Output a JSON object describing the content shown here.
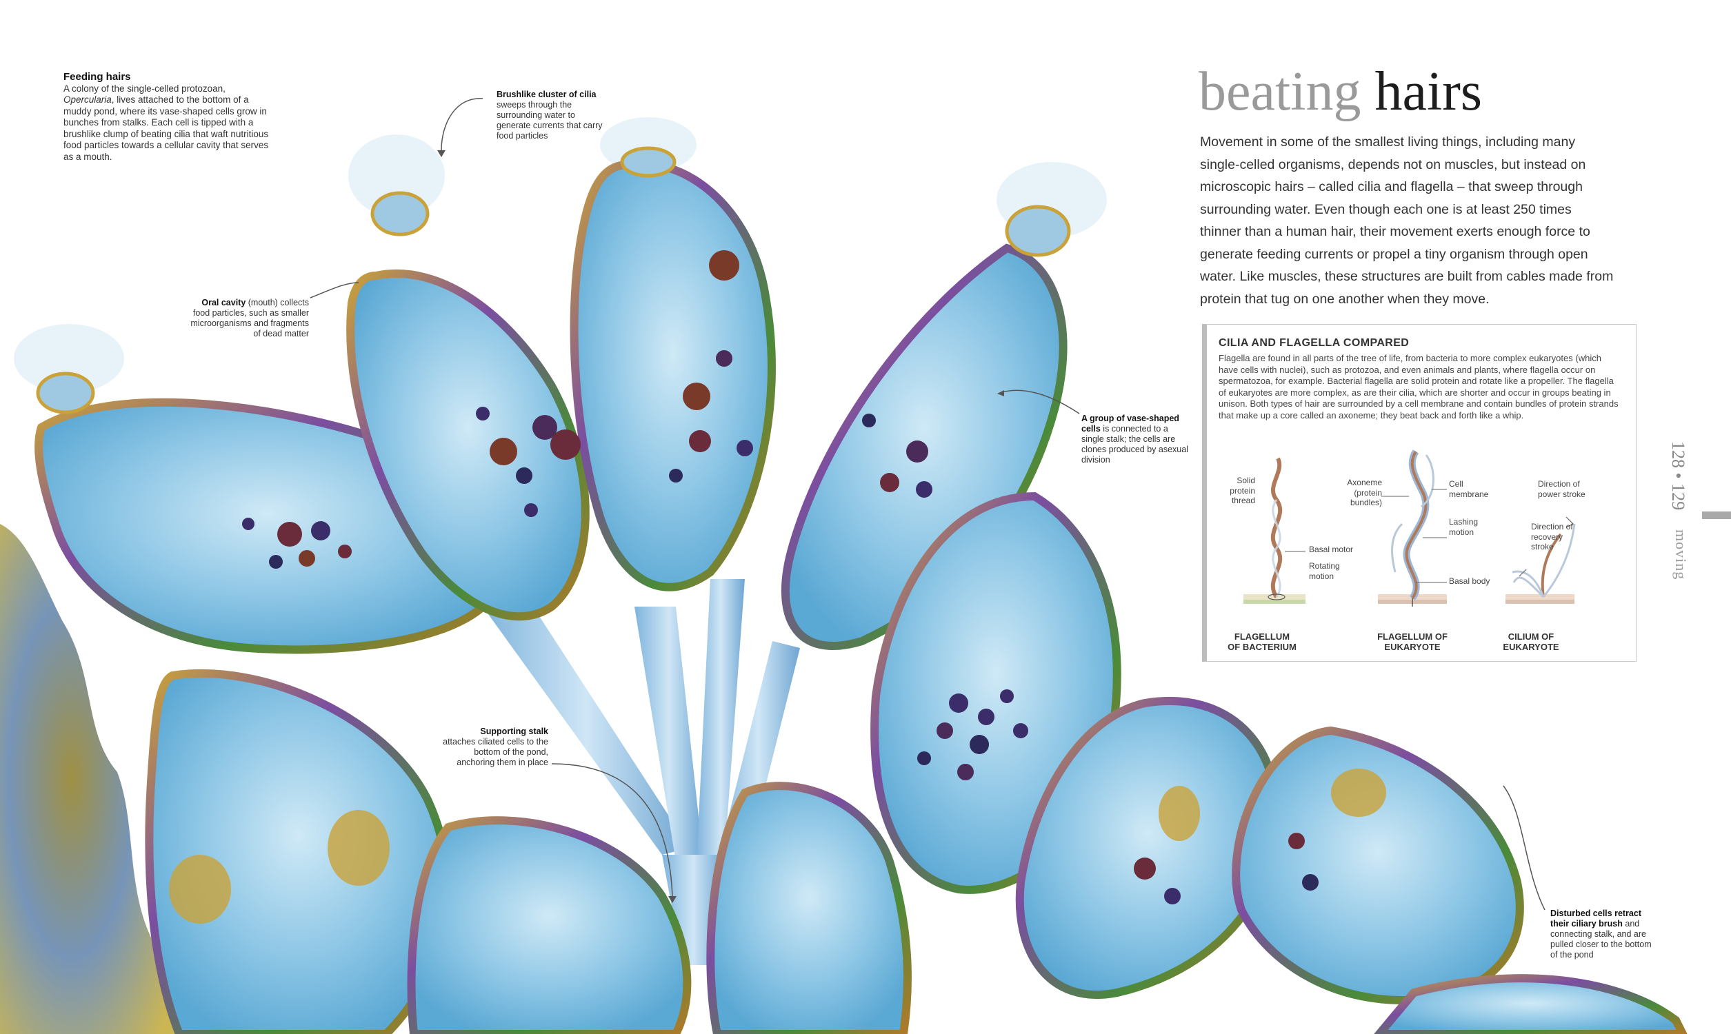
{
  "header": {
    "title_light": "beating",
    "title_dark": "hairs"
  },
  "intro": "Movement in some of the smallest living things, including many single-celled organisms, depends not on muscles, but instead on microscopic hairs – called cilia and flagella – that sweep through surrounding water. Even though each one is at least 250 times thinner than a human hair, their movement exerts enough force to generate feeding currents or propel a tiny organism through open water. Like muscles, these structures are built from cables made from protein that tug on one another when they move.",
  "captions": {
    "feeding": {
      "head": "Feeding hairs",
      "l1": "A colony of the single-celled protozoan,",
      "italic": "Opercularia",
      "l2": ", lives attached to the bottom of a muddy pond, where its vase-shaped cells grow in bunches from stalks. Each cell is tipped with a brushlike clump of beating cilia that waft nutritious food particles towards a cellular cavity that serves as a mouth."
    },
    "brush": {
      "head": "Brushlike cluster of cilia",
      "body": "sweeps through the surrounding water to generate currents that carry food particles"
    },
    "oral": {
      "head": "Oral cavity",
      "body": " (mouth) collects food particles, such as smaller microorganisms and fragments of dead matter"
    },
    "group": {
      "head": "A group of vase-shaped cells",
      "body": " is connected to a single stalk; the cells are clones produced by asexual division"
    },
    "stalk": {
      "head": "Supporting stalk",
      "body": "attaches ciliated cells to the bottom of the pond, anchoring them in place"
    },
    "disturbed": {
      "head": "Disturbed cells retract their ciliary brush",
      "body": " and connecting stalk, and are pulled closer to the bottom of the pond"
    }
  },
  "box": {
    "title": "CILIA AND FLAGELLA COMPARED",
    "body": "Flagella are found in all parts of the tree of life, from bacteria to more complex eukaryotes (which have cells with nuclei), such as protozoa, and even animals and plants, where flagella occur on spermatozoa, for example. Bacterial flagella are solid protein and rotate like a propeller. The flagella of eukaryotes are more complex, as are their cilia, which are shorter and occur in groups beating in unison. Both types of hair are surrounded by a cell membrane and contain bundles of protein strands that make up a core called an axoneme; they beat back and forth like a whip.",
    "labels": {
      "solid": "Solid protein thread",
      "basal_motor": "Basal motor",
      "rotating": "Rotating motion",
      "axoneme": "Axoneme (protein bundles)",
      "cell_membrane": "Cell membrane",
      "lashing": "Lashing motion",
      "basal_body": "Basal body",
      "power": "Direction of power stroke",
      "recovery": "Direction of recovery stroke"
    },
    "captions": {
      "bacterium": "FLAGELLUM OF BACTERIUM",
      "eukaryote": "FLAGELLUM OF EUKARYOTE",
      "cilium": "CILIUM OF EUKARYOTE"
    }
  },
  "folio": {
    "pages": "128 • 129",
    "section": "moving"
  }
}
